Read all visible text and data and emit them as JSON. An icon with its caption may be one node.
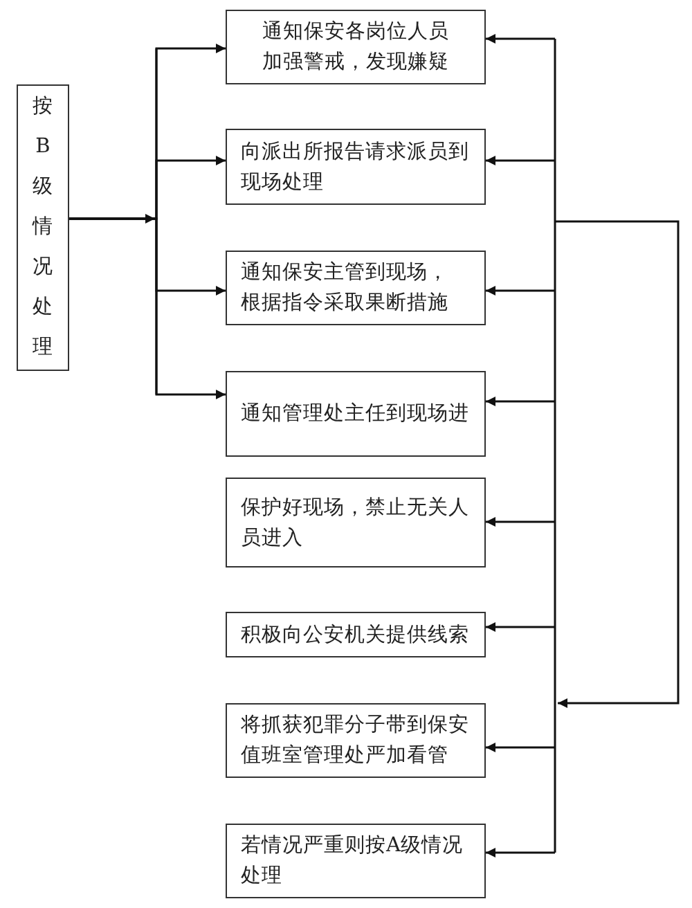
{
  "diagram": {
    "nodes": [
      {
        "text": [
          "按B级情况处理"
        ]
      },
      {
        "text": [
          "通知保安各岗位人员加强警戒，发现嫌疑"
        ]
      },
      {
        "text": [
          "向派出所报告请求派员到现场处理"
        ]
      },
      {
        "text": [
          "通知保安主管到现场，根据指令采取果断措施"
        ]
      },
      {
        "text": [
          "通知管理处主任到现场进"
        ]
      },
      {
        "text": [
          "保护好现场，禁止无关人员进入"
        ]
      },
      {
        "text": [
          "积极向公安机关提供线索"
        ]
      },
      {
        "text": [
          "将抓获犯罪分子带到保安值班室管理处严加看管"
        ]
      },
      {
        "text": [
          "若情况严重则按A级情况处理"
        ]
      }
    ],
    "edges": [
      {
        "from": 0,
        "to": 1,
        "arrow": "to"
      },
      {
        "from": 0,
        "to": 2,
        "arrow": "to"
      },
      {
        "from": 0,
        "to": 3,
        "arrow": "to"
      },
      {
        "from": 0,
        "to": 4,
        "arrow": "to"
      },
      {
        "from": null,
        "to": 1,
        "arrow": "to"
      },
      {
        "from": null,
        "to": 2,
        "arrow": "to"
      },
      {
        "from": null,
        "to": 3,
        "arrow": "to"
      },
      {
        "from": null,
        "to": 4,
        "arrow": "to"
      },
      {
        "from": null,
        "to": 5,
        "arrow": "to"
      },
      {
        "from": null,
        "to": 6,
        "arrow": "to"
      },
      {
        "from": null,
        "to": 7,
        "arrow": "to"
      },
      {
        "from": null,
        "to": 8,
        "arrow": "to"
      }
    ]
  }
}
